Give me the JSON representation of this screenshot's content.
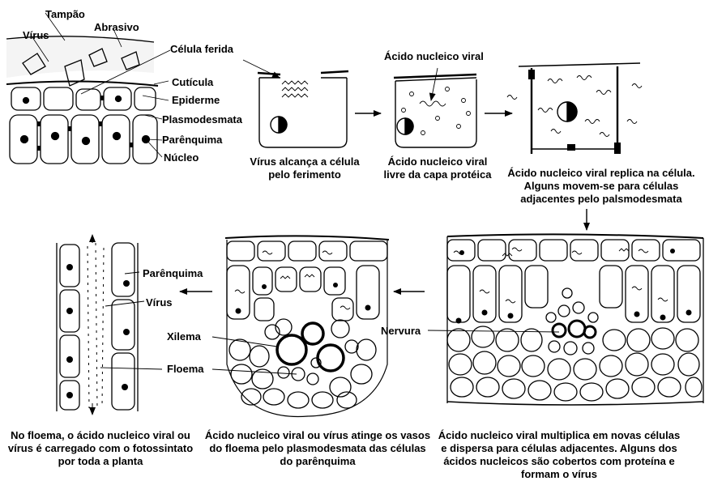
{
  "labels": {
    "tampao": "Tampão",
    "abrasivo": "Abrasivo",
    "virus_top": "Vírus",
    "celula_ferida": "Célula ferida",
    "cuticula": "Cutícula",
    "epiderme": "Epiderme",
    "plasmodesmata": "Plasmodesmata",
    "parenquima_top": "Parênquima",
    "nucleo": "Núcleo",
    "acido_nucleico_viral": "Ácido nucleico viral",
    "parenquima_left": "Parênquima",
    "virus_left": "Vírus",
    "xilema": "Xilema",
    "floema": "Floema",
    "nervura": "Nervura"
  },
  "captions": {
    "step1": "Vírus alcança a célula pelo ferimento",
    "step2": "Ácido nucleico viral livre da capa protéica",
    "step3": "Ácido nucleico viral replica na célula. Alguns movem-se para células adjacentes pelo palsmodesmata",
    "step4": "Ácido nucleico viral multiplica em novas células e dispersa para células adjacentes. Alguns dos ácidos nucleicos são cobertos com proteína e formam o vírus",
    "step5": "Ácido nucleico viral ou vírus atinge os vasos do floema pelo plasmodesmata das células do parênquima",
    "step6": "No floema, o ácido nucleico viral ou vírus é carregado com o fotossintato por toda a planta"
  }
}
